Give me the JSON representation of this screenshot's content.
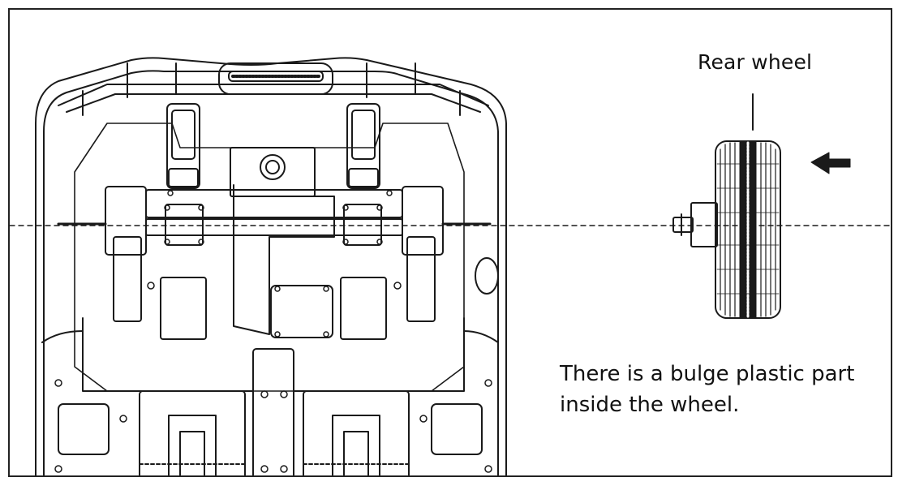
{
  "labels": {
    "rear_wheel": "Rear wheel",
    "caption_line1": "There is a bulge plastic part",
    "caption_line2": "inside the wheel."
  },
  "icons": {
    "direction": "arrow-left-icon"
  },
  "colors": {
    "line": "#1a1a1a",
    "background": "#ffffff"
  }
}
